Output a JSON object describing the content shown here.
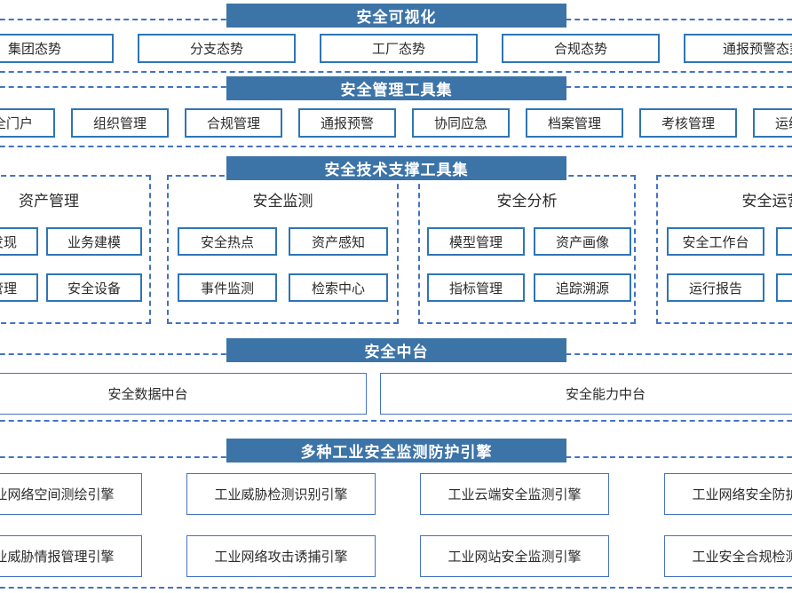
{
  "colors": {
    "header_bg": "#3d74a8",
    "header_text": "#ffffff",
    "solid_box_border": "#2e75b6",
    "thin_box_border": "#4472c4",
    "dashed_border": "#4472c4",
    "body_text": "#2b2b2b",
    "background": "#ffffff"
  },
  "visualization": {
    "header": "安全可视化",
    "boxes": [
      "集团态势",
      "分支态势",
      "工厂态势",
      "合规态势",
      "通报预警态势"
    ]
  },
  "management": {
    "header": "安全管理工具集",
    "boxes": [
      "安全门户",
      "组织管理",
      "合规管理",
      "通报预警",
      "协同应急",
      "档案管理",
      "考核管理",
      "运维管理"
    ]
  },
  "tech_support": {
    "header": "安全技术支撑工具集",
    "groups": [
      {
        "title": "资产管理",
        "items": [
          "资产发现",
          "业务建模",
          "台账管理",
          "安全设备"
        ]
      },
      {
        "title": "安全监测",
        "items": [
          "安全热点",
          "资产感知",
          "事件监测",
          "检索中心"
        ]
      },
      {
        "title": "安全分析",
        "items": [
          "模型管理",
          "资产画像",
          "指标管理",
          "追踪溯源"
        ]
      },
      {
        "title": "安全运营",
        "items": [
          "安全工作台",
          "",
          "运行报告",
          ""
        ]
      }
    ]
  },
  "middle_platform": {
    "header": "安全中台",
    "boxes": [
      "安全数据中台",
      "安全能力中台"
    ]
  },
  "engines": {
    "header": "多种工业安全监测防护引擎",
    "row1": [
      "工业网络空间测绘引擎",
      "工业威胁检测识别引擎",
      "工业云端安全监测引擎",
      "工业网络安全防护引擎"
    ],
    "row2": [
      "工业威胁情报管理引擎",
      "工业网络攻击诱捕引擎",
      "工业网站安全监测引擎",
      "工业安全合规检测引擎"
    ]
  }
}
